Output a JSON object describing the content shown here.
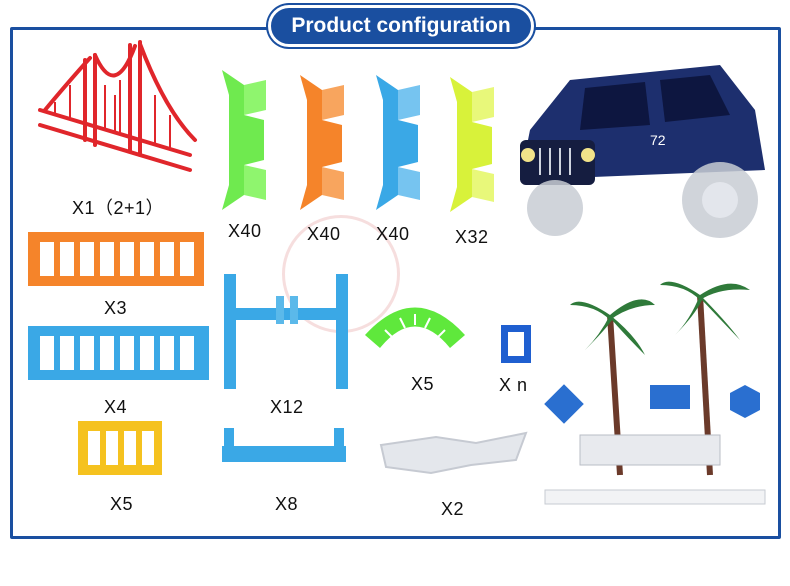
{
  "title": "Product configuration",
  "labels": {
    "bridge": "X1（2+1）",
    "green_support": "X40",
    "orange_support": "X40",
    "blue_support": "X40",
    "yellow_support": "X32",
    "orange_track": "X3",
    "blue_track": "X4",
    "yellow_track": "X5",
    "tall_pillar": "X12",
    "short_pillar": "X8",
    "curve": "X5",
    "connector": "X n",
    "white_piece": "X2"
  },
  "colors": {
    "frame": "#1a4fa0",
    "red": "#e0262b",
    "green": "#5fe83c",
    "orange": "#f5842a",
    "blue": "#3aa8e6",
    "yellow": "#d8f23a",
    "track_yellow": "#f5c21f",
    "car": "#1d2f6e"
  },
  "icons": [
    "bridge-icon",
    "support-icon",
    "track-icon",
    "pillar-icon",
    "curve-track-icon",
    "connector-icon",
    "car-icon",
    "palm-tree-icon",
    "road-sign-icon"
  ]
}
